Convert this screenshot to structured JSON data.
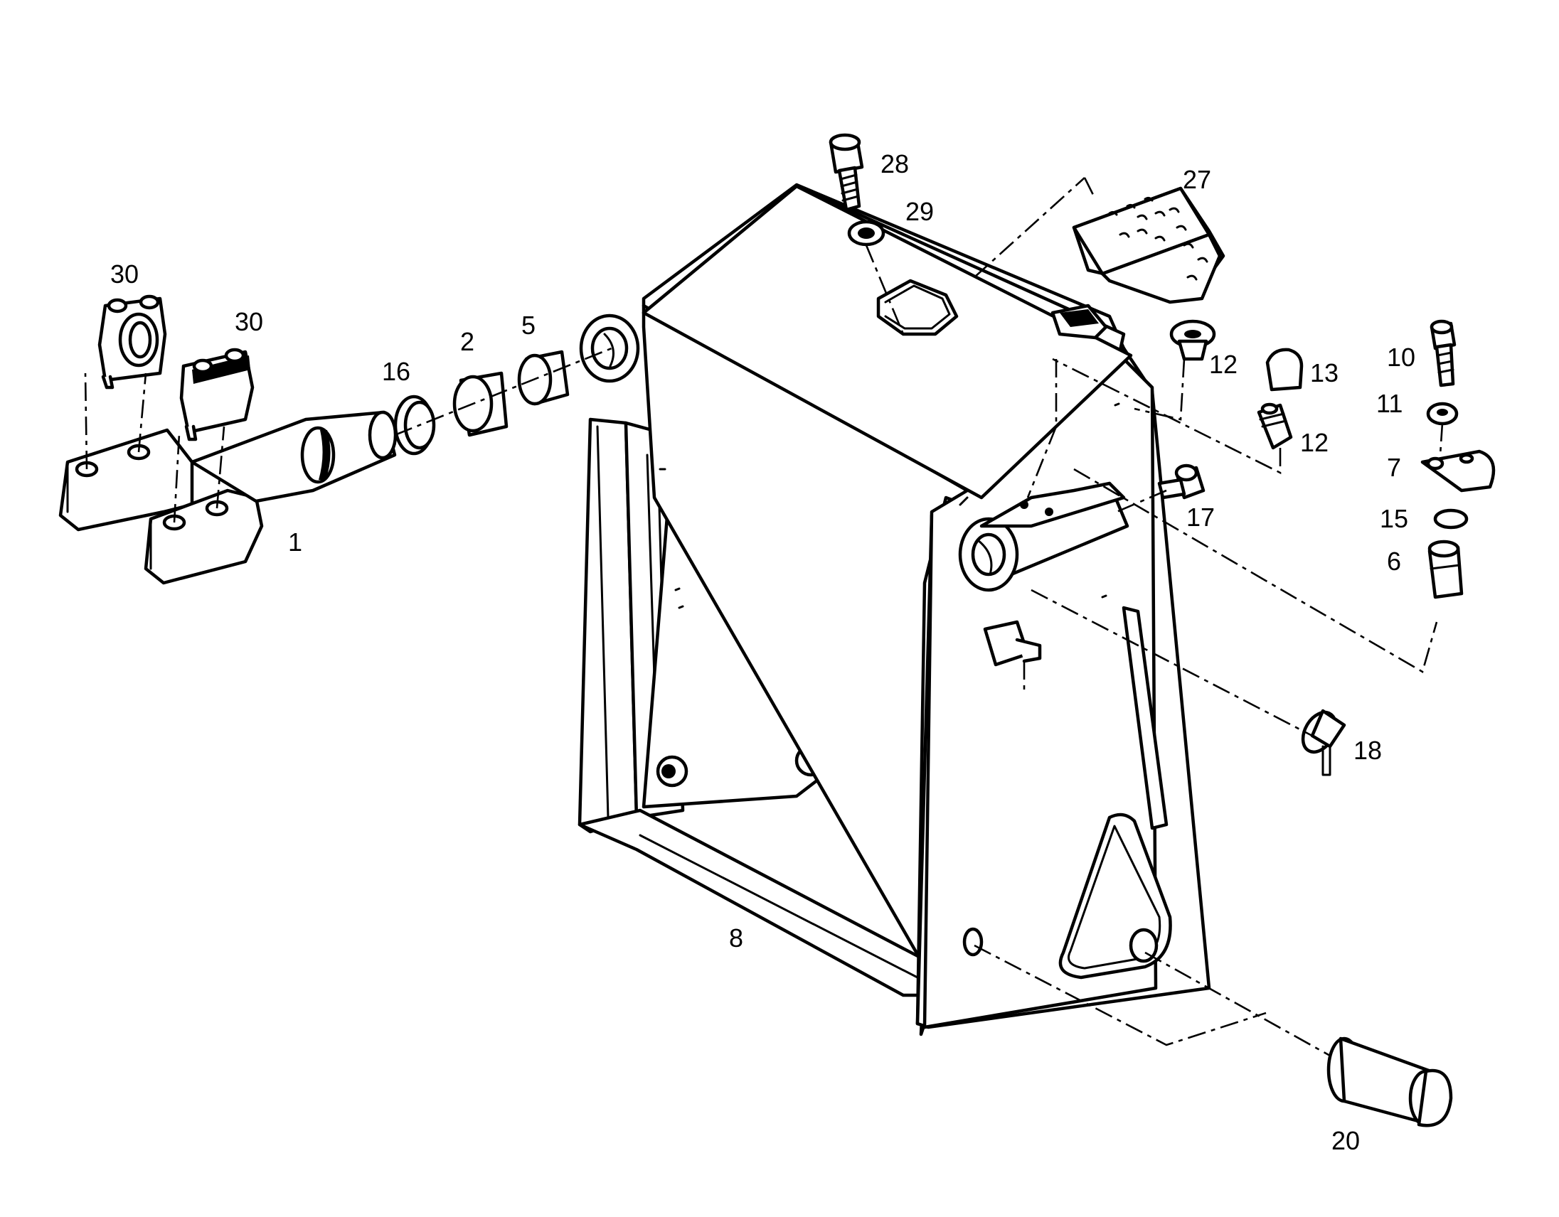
{
  "diagram": {
    "callouts": [
      {
        "id": "p1",
        "text": "1"
      },
      {
        "id": "p2",
        "text": "2"
      },
      {
        "id": "p5",
        "text": "5"
      },
      {
        "id": "p6",
        "text": "6"
      },
      {
        "id": "p7",
        "text": "7"
      },
      {
        "id": "p8",
        "text": "8"
      },
      {
        "id": "p10",
        "text": "10"
      },
      {
        "id": "p11",
        "text": "11"
      },
      {
        "id": "p12a",
        "text": "12"
      },
      {
        "id": "p12b",
        "text": "12"
      },
      {
        "id": "p13",
        "text": "13"
      },
      {
        "id": "p15",
        "text": "15"
      },
      {
        "id": "p16",
        "text": "16"
      },
      {
        "id": "p17",
        "text": "17"
      },
      {
        "id": "p18",
        "text": "18"
      },
      {
        "id": "p20",
        "text": "20"
      },
      {
        "id": "p27",
        "text": "27"
      },
      {
        "id": "p28",
        "text": "28"
      },
      {
        "id": "p29",
        "text": "29"
      },
      {
        "id": "p30a",
        "text": "30"
      },
      {
        "id": "p30b",
        "text": "30"
      }
    ]
  }
}
